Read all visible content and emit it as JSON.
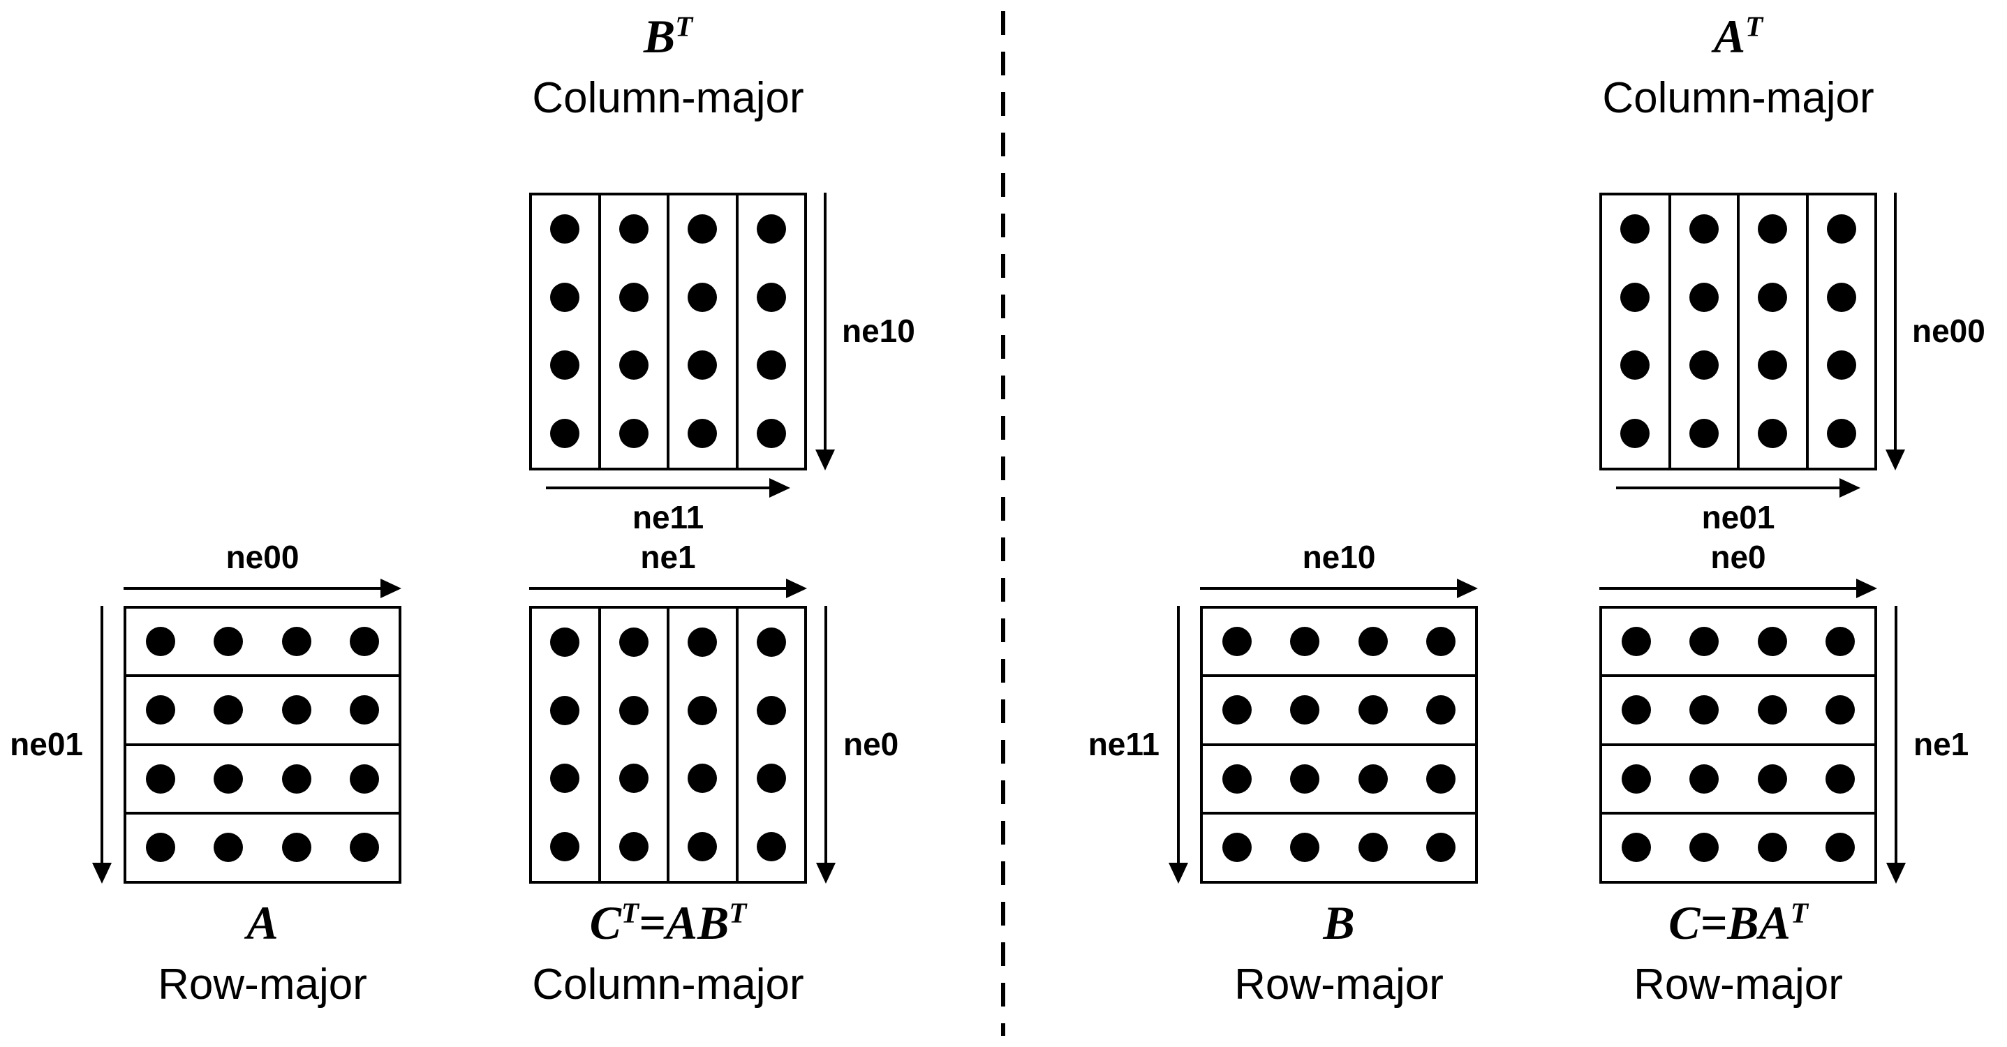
{
  "colors": {
    "background": "#ffffff",
    "ink": "#000000"
  },
  "matrices": {
    "bt": {
      "title": "B^T",
      "subtitle": "Column-major",
      "grid": {
        "rows": 4,
        "cols": 4,
        "order": "column"
      },
      "arrow_right": "ne10",
      "arrow_bottom": "ne11"
    },
    "a": {
      "title": "A",
      "subtitle": "Row-major",
      "grid": {
        "rows": 4,
        "cols": 4,
        "order": "row"
      },
      "arrow_top": "ne00",
      "arrow_left": "ne01"
    },
    "ct": {
      "title": "C^T=AB^T",
      "subtitle": "Column-major",
      "grid": {
        "rows": 4,
        "cols": 4,
        "order": "column"
      },
      "arrow_top": "ne1",
      "arrow_right": "ne0"
    },
    "at": {
      "title": "A^T",
      "subtitle": "Column-major",
      "grid": {
        "rows": 4,
        "cols": 4,
        "order": "column"
      },
      "arrow_right": "ne00",
      "arrow_bottom": "ne01"
    },
    "b": {
      "title": "B",
      "subtitle": "Row-major",
      "grid": {
        "rows": 4,
        "cols": 4,
        "order": "row"
      },
      "arrow_top": "ne10",
      "arrow_left": "ne11"
    },
    "c": {
      "title": "C=BA^T",
      "subtitle": "Row-major",
      "grid": {
        "rows": 4,
        "cols": 4,
        "order": "row"
      },
      "arrow_top": "ne0",
      "arrow_right": "ne1"
    }
  }
}
